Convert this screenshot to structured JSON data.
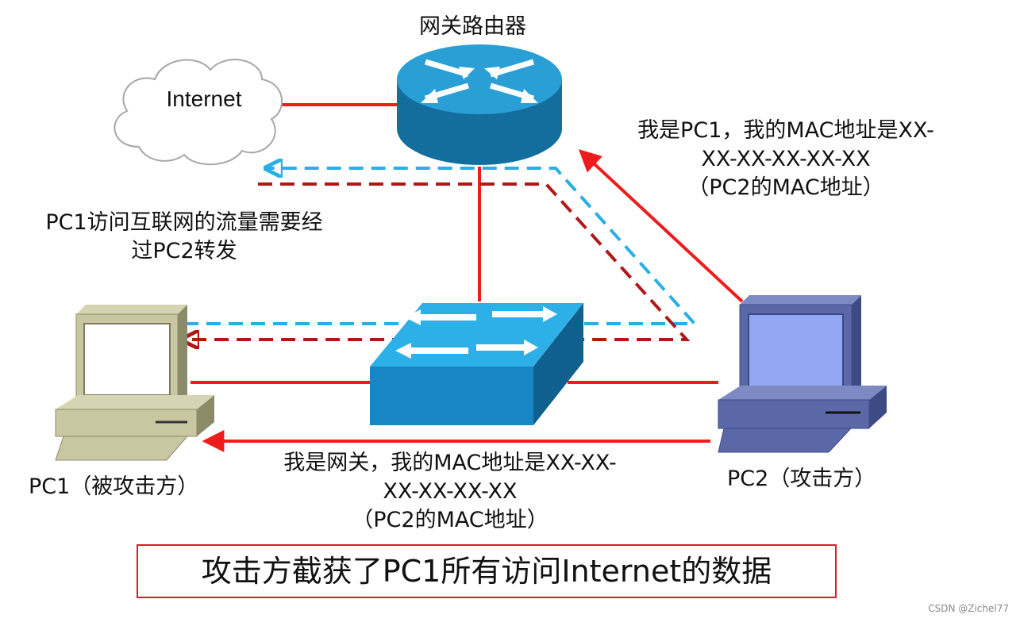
{
  "title": "网关路由器",
  "nodes": {
    "internet": "Internet",
    "pc1": "PC1（被攻击方）",
    "pc2": "PC2（攻击方）"
  },
  "annotations": {
    "traffic_note_line1": "PC1访问互联网的流量需要经",
    "traffic_note_line2": "过PC2转发",
    "to_router_line1": "我是PC1，我的MAC地址是XX-",
    "to_router_line2": "XX-XX-XX-XX-XX",
    "to_router_line3": "（PC2的MAC地址）",
    "to_pc1_line1": "我是网关，我的MAC地址是XX-XX-",
    "to_pc1_line2": "XX-XX-XX-XX",
    "to_pc1_line3": "（PC2的MAC地址）"
  },
  "conclusion": "攻击方截获了PC1所有访问Internet的数据",
  "watermark": "CSDN @Zichel77",
  "colors": {
    "link": "#ee1c1c",
    "blue_flow": "#29aee6",
    "darkred_flow": "#b01818",
    "router": "#1a8fc4",
    "switch": "#1e9bd6"
  }
}
